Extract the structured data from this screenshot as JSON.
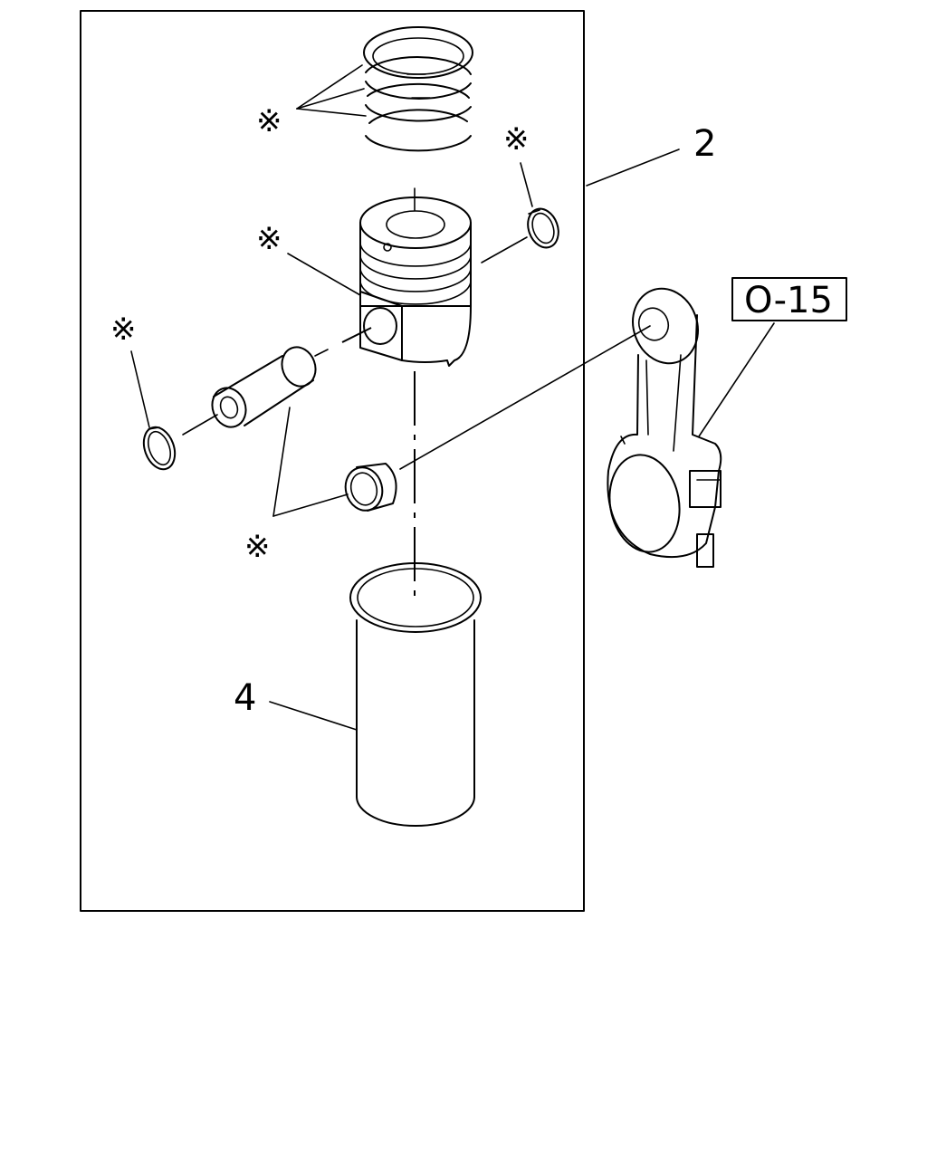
{
  "callouts": {
    "assembly": "2",
    "liner": "4",
    "reference": "O-15"
  },
  "marks": {
    "symbol": "※"
  }
}
